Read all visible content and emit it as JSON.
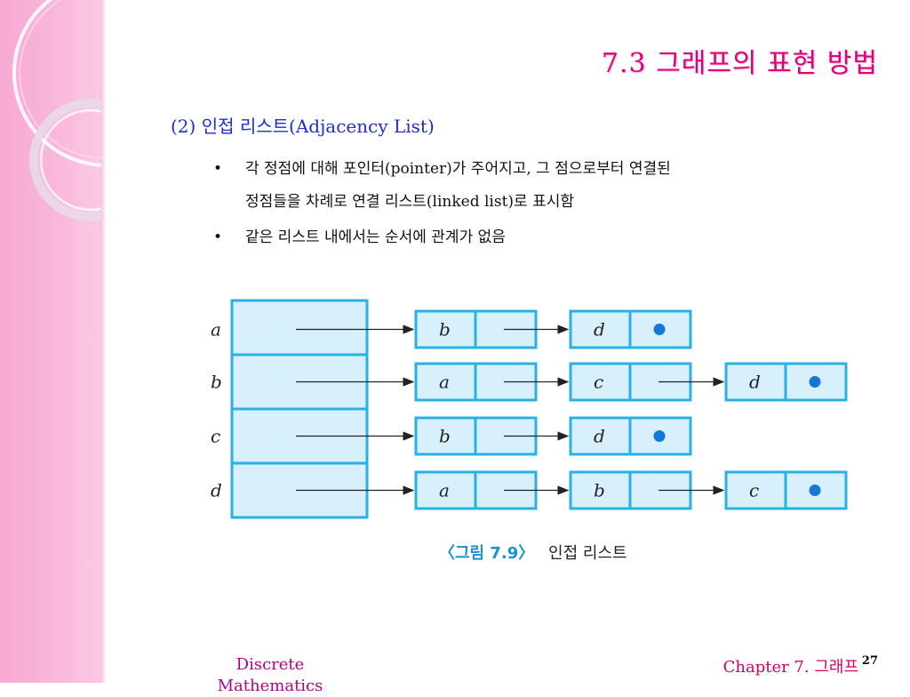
{
  "slide": {
    "title": "7.3 그래프의 표현 방법",
    "heading": "(2) 인접 리스트(Adjacency List)",
    "bullets": [
      {
        "line1": "각 정점에 대해 포인터(pointer)가 주어지고, 그 점으로부터 연결된",
        "line2": "정점들을 차례로 연결 리스트(linked list)로 표시함"
      },
      {
        "line1": "같은 리스트 내에서는 순서에 관계가 없음"
      }
    ],
    "bullet_symbol": "•"
  },
  "figure": {
    "head_labels": [
      "a",
      "b",
      "c",
      "d"
    ],
    "rows": [
      {
        "vertex": "a",
        "nodes": [
          "b",
          "d"
        ]
      },
      {
        "vertex": "b",
        "nodes": [
          "a",
          "c",
          "d"
        ]
      },
      {
        "vertex": "c",
        "nodes": [
          "b",
          "d"
        ]
      },
      {
        "vertex": "d",
        "nodes": [
          "a",
          "b",
          "c"
        ]
      }
    ],
    "caption_num": "〈그림 7.9〉",
    "caption_text": "인접 리스트",
    "colors": {
      "cell_fill": "#d8f0fb",
      "cell_border": "#29b0e6",
      "arrow": "#222222",
      "null_dot": "#1577d6"
    }
  },
  "footer": {
    "left": "Discrete Mathematics",
    "right": "Chapter 7. 그래프",
    "page": "27"
  },
  "theme": {
    "title_color": "#e0007a",
    "heading_color": "#1f2bd4",
    "sidebar_color": "#f7a9d3"
  }
}
